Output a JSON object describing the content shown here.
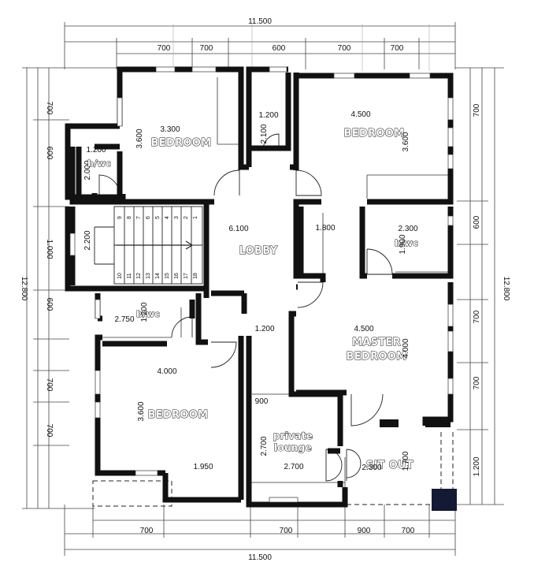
{
  "overall_dims": {
    "top": "11.500",
    "bottom": "11.500",
    "left": "12.800",
    "right": "12.800"
  },
  "top_segments": [
    "700",
    "700",
    "600",
    "700",
    "700"
  ],
  "bottom_segments": [
    "700",
    "700",
    "900",
    "700"
  ],
  "left_segments": [
    "700",
    "600",
    "1.000",
    "600",
    "700",
    "700"
  ],
  "right_segments": [
    "700",
    "600",
    "700",
    "700",
    "1.200"
  ],
  "rooms": {
    "bedroom_tl": {
      "label": "BEDROOM",
      "w": "3.300",
      "h": "3.600"
    },
    "wc_small": {
      "label": "b/wc",
      "w": "1.200",
      "h": "2.000"
    },
    "closet_top": {
      "w": "1.200",
      "h": "2.100"
    },
    "bedroom_tr": {
      "label": "BEDROOM",
      "w": "4.500",
      "h": "3.600"
    },
    "stairs": {
      "h": "2.200",
      "steps_top": [
        "9",
        "8",
        "7",
        "6",
        "5",
        "4",
        "3",
        "2",
        "1"
      ],
      "steps_bottom": [
        "10",
        "11",
        "12",
        "13",
        "14",
        "15",
        "16",
        "17",
        "18"
      ]
    },
    "lobby": {
      "label": "LOBBY",
      "w": "6.100",
      "corridor": "1.200",
      "small": "900"
    },
    "store": {
      "w": "1.800"
    },
    "bwc_right": {
      "label": "b/wc",
      "w": "2.300",
      "h": "1.900"
    },
    "bwc_left": {
      "label": "b/wc",
      "w": "2.750",
      "h": "1.200"
    },
    "bedroom_bl": {
      "label": "BEDROOM",
      "w": "4.000",
      "h": "3.600",
      "extra": "1.950"
    },
    "master": {
      "label_line1": "MASTER",
      "label_line2": "BEDROOM",
      "w": "4.500",
      "h": "4.000"
    },
    "lounge": {
      "label_line1": "private",
      "label_line2": "lounge",
      "w": "2.700",
      "h": "2.700"
    },
    "sitout": {
      "label": "SIT OUT",
      "w": "2.300",
      "h": "1.700"
    }
  }
}
